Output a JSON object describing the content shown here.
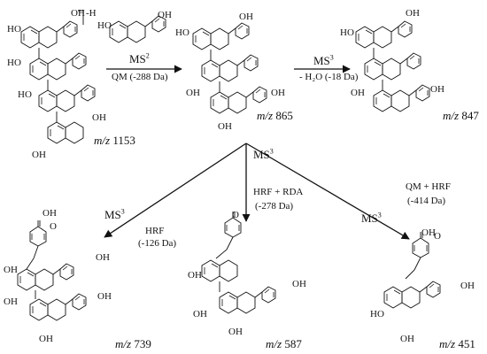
{
  "parent_ion": {
    "mz_prefix": "m/z",
    "mz_value": "1153",
    "charge_label": "-H"
  },
  "step1": {
    "ms_label": "MS",
    "ms_level": "2",
    "loss": "QM (-288 Da)",
    "product": {
      "mz_prefix": "m/z",
      "mz_value": "865"
    }
  },
  "step2": {
    "ms_label": "MS",
    "ms_level": "3",
    "loss": "- H₂O (-18 Da)",
    "product": {
      "mz_prefix": "m/z",
      "mz_value": "847"
    }
  },
  "branch_left": {
    "ms_label": "MS",
    "ms_level": "3",
    "mechanism": "HRF",
    "loss": "(-126 Da)",
    "product": {
      "mz_prefix": "m/z",
      "mz_value": "739"
    }
  },
  "branch_middle": {
    "ms_label": "MS",
    "ms_level": "3",
    "mechanism": "HRF + RDA",
    "loss": "(-278 Da)",
    "product": {
      "mz_prefix": "m/z",
      "mz_value": "587"
    }
  },
  "branch_right": {
    "ms_label": "MS",
    "ms_level": "3",
    "mechanism": "QM + HRF",
    "loss": "(-414 Da)",
    "product": {
      "mz_prefix": "m/z",
      "mz_value": "451"
    }
  },
  "atom_labels": {
    "hydroxyl": "OH",
    "hydroxyl_left": "HO",
    "oxygen": "O"
  }
}
